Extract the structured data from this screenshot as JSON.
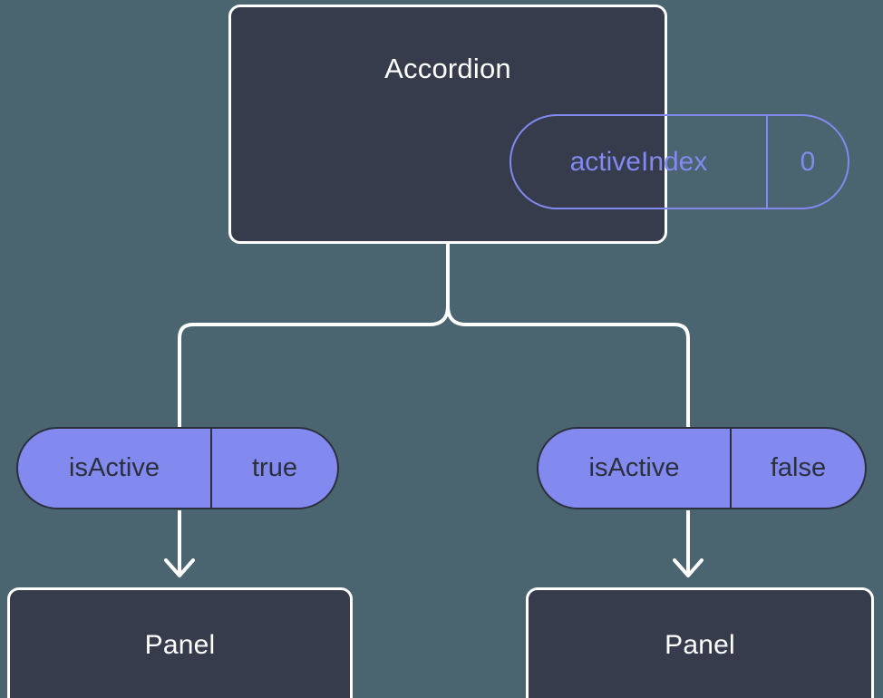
{
  "diagram": {
    "background_color": "#4a6570",
    "node_fill": "#363c4c",
    "node_border": "#ffffff",
    "accent_color": "#8289ef",
    "pill_text_color": "#2b303c"
  },
  "root": {
    "title": "Accordion",
    "state_badge": {
      "key": "activeIndex",
      "value": "0"
    }
  },
  "branches": [
    {
      "pill": {
        "key": "isActive",
        "value": "true"
      },
      "node": {
        "title": "Panel"
      }
    },
    {
      "pill": {
        "key": "isActive",
        "value": "false"
      },
      "node": {
        "title": "Panel"
      }
    }
  ]
}
